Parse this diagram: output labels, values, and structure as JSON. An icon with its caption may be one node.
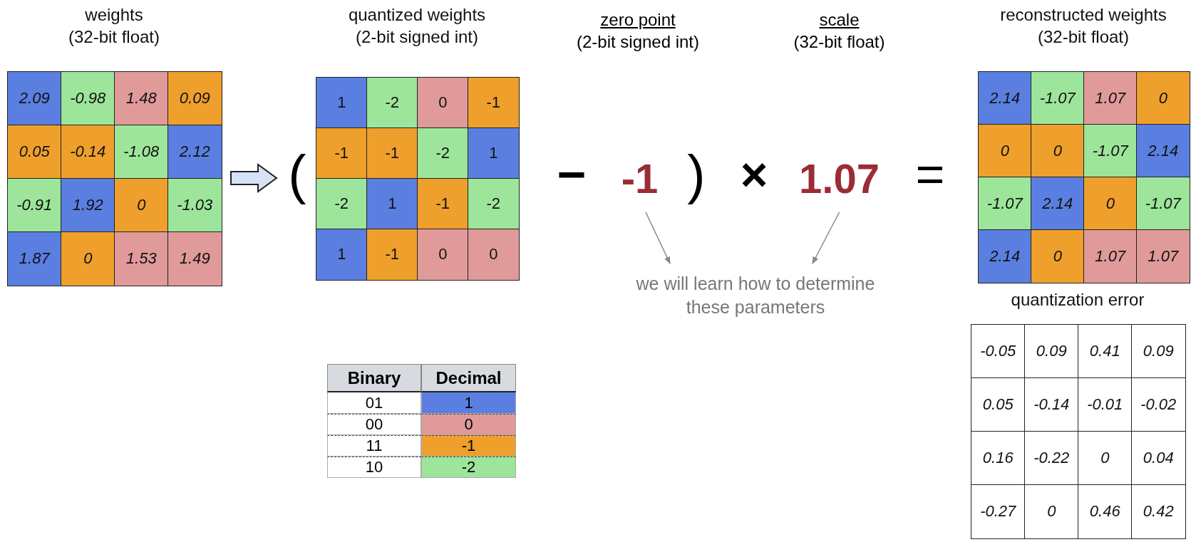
{
  "diagram": {
    "nodes": [
      {
        "text": [
          "weights (32-bit float)"
        ]
      },
      {
        "text": [
          "2.09"
        ],
        "in": 0
      },
      {
        "text": [
          "-0.98"
        ],
        "in": 0
      },
      {
        "text": [
          "1.48"
        ],
        "in": 0
      },
      {
        "text": [
          "0.09"
        ],
        "in": 0
      },
      {
        "text": [
          "0.05"
        ],
        "in": 0
      },
      {
        "text": [
          "-0.14"
        ],
        "in": 0
      },
      {
        "text": [
          "-1.08"
        ],
        "in": 0
      },
      {
        "text": [
          "2.12"
        ],
        "in": 0
      },
      {
        "text": [
          "-0.91"
        ],
        "in": 0
      },
      {
        "text": [
          "1.92"
        ],
        "in": 0
      },
      {
        "text": [
          "0"
        ],
        "in": 0
      },
      {
        "text": [
          "-1.03"
        ],
        "in": 0
      },
      {
        "text": [
          "1.87"
        ],
        "in": 0
      },
      {
        "text": [
          "0"
        ],
        "in": 0
      },
      {
        "text": [
          "1.53"
        ],
        "in": 0
      },
      {
        "text": [
          "1.49"
        ],
        "in": 0
      },
      {
        "text": [
          "quantized weights (2-bit signed int)"
        ]
      },
      {
        "text": [
          "1"
        ],
        "in": 17
      },
      {
        "text": [
          "-2"
        ],
        "in": 17
      },
      {
        "text": [
          "0"
        ],
        "in": 17
      },
      {
        "text": [
          "-1"
        ],
        "in": 17
      },
      {
        "text": [
          "-1"
        ],
        "in": 17
      },
      {
        "text": [
          "-1"
        ],
        "in": 17
      },
      {
        "text": [
          "-2"
        ],
        "in": 17
      },
      {
        "text": [
          "1"
        ],
        "in": 17
      },
      {
        "text": [
          "-2"
        ],
        "in": 17
      },
      {
        "text": [
          "1"
        ],
        "in": 17
      },
      {
        "text": [
          "-1"
        ],
        "in": 17
      },
      {
        "text": [
          "-2"
        ],
        "in": 17
      },
      {
        "text": [
          "1"
        ],
        "in": 17
      },
      {
        "text": [
          "-1"
        ],
        "in": 17
      },
      {
        "text": [
          "0"
        ],
        "in": 17
      },
      {
        "text": [
          "0"
        ],
        "in": 17
      },
      {
        "text": [
          "-1"
        ]
      },
      {
        "text": [
          "1.07"
        ]
      },
      {
        "text": [
          "we will learn how to determine these parameters"
        ]
      },
      {
        "text": [
          "reconstructed weights (32-bit float)"
        ]
      },
      {
        "text": [
          "2.14"
        ],
        "in": 37
      },
      {
        "text": [
          "-1.07"
        ],
        "in": 37
      },
      {
        "text": [
          "1.07"
        ],
        "in": 37
      },
      {
        "text": [
          "0"
        ],
        "in": 37
      },
      {
        "text": [
          "0"
        ],
        "in": 37
      },
      {
        "text": [
          "0"
        ],
        "in": 37
      },
      {
        "text": [
          "-1.07"
        ],
        "in": 37
      },
      {
        "text": [
          "2.14"
        ],
        "in": 37
      },
      {
        "text": [
          "-1.07"
        ],
        "in": 37
      },
      {
        "text": [
          "2.14"
        ],
        "in": 37
      },
      {
        "text": [
          "0"
        ],
        "in": 37
      },
      {
        "text": [
          "-1.07"
        ],
        "in": 37
      },
      {
        "text": [
          "2.14"
        ],
        "in": 37
      },
      {
        "text": [
          "0"
        ],
        "in": 37
      },
      {
        "text": [
          "1.07"
        ],
        "in": 37
      },
      {
        "text": [
          "1.07"
        ],
        "in": 37
      },
      {
        "text": [
          "quantization error"
        ]
      },
      {
        "text": [
          "-0.05"
        ],
        "in": 54
      },
      {
        "text": [
          "0.09"
        ],
        "in": 54
      },
      {
        "text": [
          "0.41"
        ],
        "in": 54
      },
      {
        "text": [
          "0.09"
        ],
        "in": 54
      },
      {
        "text": [
          "0.05"
        ],
        "in": 54
      },
      {
        "text": [
          "-0.14"
        ],
        "in": 54
      },
      {
        "text": [
          "-0.01"
        ],
        "in": 54
      },
      {
        "text": [
          "-0.02"
        ],
        "in": 54
      },
      {
        "text": [
          "0.16"
        ],
        "in": 54
      },
      {
        "text": [
          "-0.22"
        ],
        "in": 54
      },
      {
        "text": [
          "0"
        ],
        "in": 54
      },
      {
        "text": [
          "0.04"
        ],
        "in": 54
      },
      {
        "text": [
          "-0.27"
        ],
        "in": 54
      },
      {
        "text": [
          "0"
        ],
        "in": 54
      },
      {
        "text": [
          "0.46"
        ],
        "in": 54
      },
      {
        "text": [
          "0.42"
        ],
        "in": 54
      }
    ],
    "edges": [
      {
        "from": 0,
        "to": 17,
        "arrow": "to"
      },
      {
        "from": 34,
        "to": 36,
        "arrow": "to",
        "color": "#888888"
      },
      {
        "from": 35,
        "to": 36,
        "arrow": "to",
        "color": "#888888"
      }
    ],
    "labels": [
      "zero point",
      "(2-bit signed int)",
      "scale",
      "(32-bit float)",
      "(",
      "−",
      ")",
      "×",
      "=",
      "Binary",
      "Decimal",
      "01",
      "00",
      "11",
      "10"
    ],
    "legend": [
      {
        "text": "1",
        "color": "#5a7fe0"
      },
      {
        "text": "0",
        "color": "#e09a9a"
      },
      {
        "text": "-1",
        "color": "#ee9f2c"
      },
      {
        "text": "-2",
        "color": "#9de59a"
      }
    ]
  }
}
